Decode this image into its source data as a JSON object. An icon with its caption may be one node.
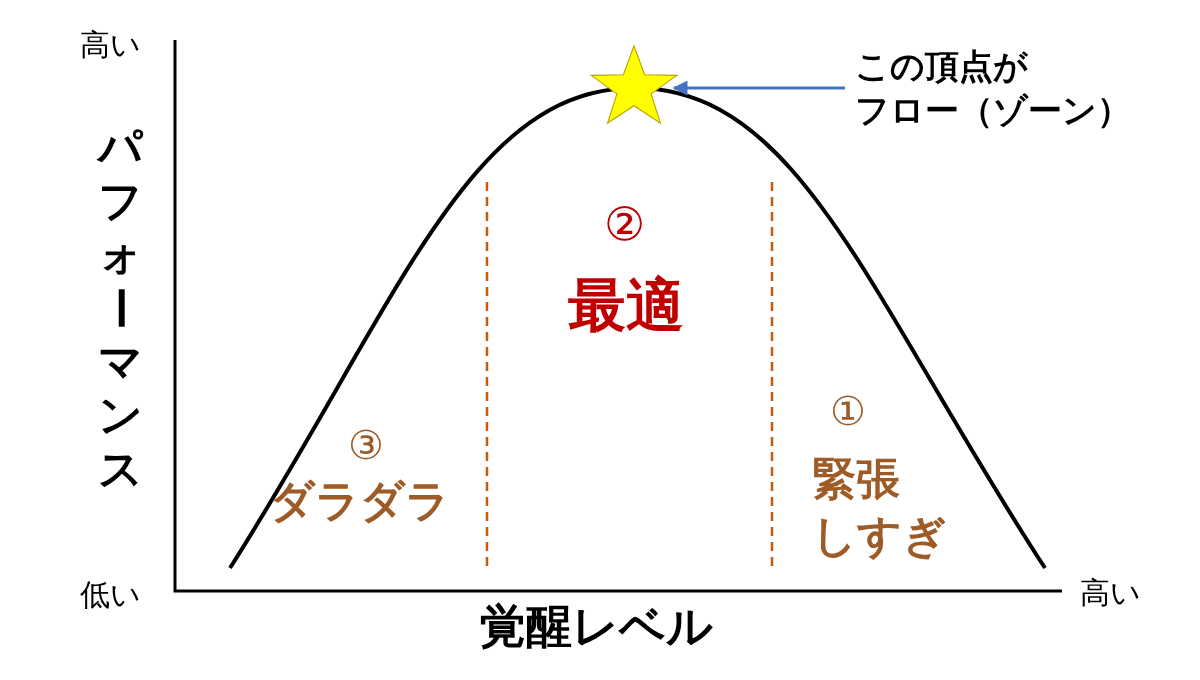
{
  "diagram": {
    "nodes": [
      {
        "text": [],
        "shape": "star"
      },
      {
        "text": [
          "この頂点がフロー（ゾーン）"
        ]
      }
    ],
    "edges": [
      {
        "from": 1,
        "to": 0,
        "arrow": "to",
        "color": "#4472c4"
      }
    ],
    "labels": [
      "高い",
      "パフォーマンス",
      "②",
      "最適",
      "③",
      "ダラダラ",
      "①",
      "緊張しすぎ",
      "低い",
      "高い",
      "覚醒レベル"
    ]
  }
}
